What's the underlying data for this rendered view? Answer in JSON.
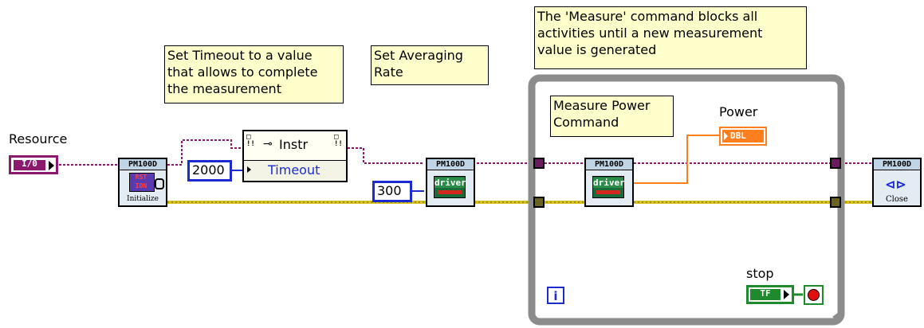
{
  "notes": {
    "timeout": "Set Timeout to a value\nthat allows to complete\nthe measurement",
    "averaging": "Set Averaging\nRate",
    "measure_blocks": "The 'Measure' command blocks all\nactivities until a new measurement\nvalue is generated",
    "measure_power": "Measure Power\nCommand"
  },
  "resource": {
    "label": "Resource",
    "control_text": "I/0"
  },
  "init_vi": {
    "header": "PM100D",
    "icon_text": "RST\nIDN",
    "caption": "Initialize"
  },
  "property_node": {
    "header": "Instr",
    "property": "Timeout"
  },
  "constants": {
    "timeout_value": "2000",
    "averaging_value": "300"
  },
  "set_avg_vi": {
    "header": "PM100D",
    "icon_text": "driver"
  },
  "measure_vi": {
    "header": "PM100D",
    "icon_text": "driver"
  },
  "power_indicator": {
    "label": "Power",
    "type_text": "DBL"
  },
  "close_vi": {
    "header": "PM100D",
    "caption": "Close"
  },
  "loop": {
    "iteration_label": "i"
  },
  "stop": {
    "label": "stop",
    "control_text": "TF"
  },
  "colors": {
    "visa_wire": "#8b1a6e",
    "error_wire": "#d6c21e",
    "dbl_wire": "#ff7f1e",
    "numeric_const": "#1b2bd0",
    "bool_control": "#1f8a2d",
    "loop_frame": "#8c8c8c"
  }
}
